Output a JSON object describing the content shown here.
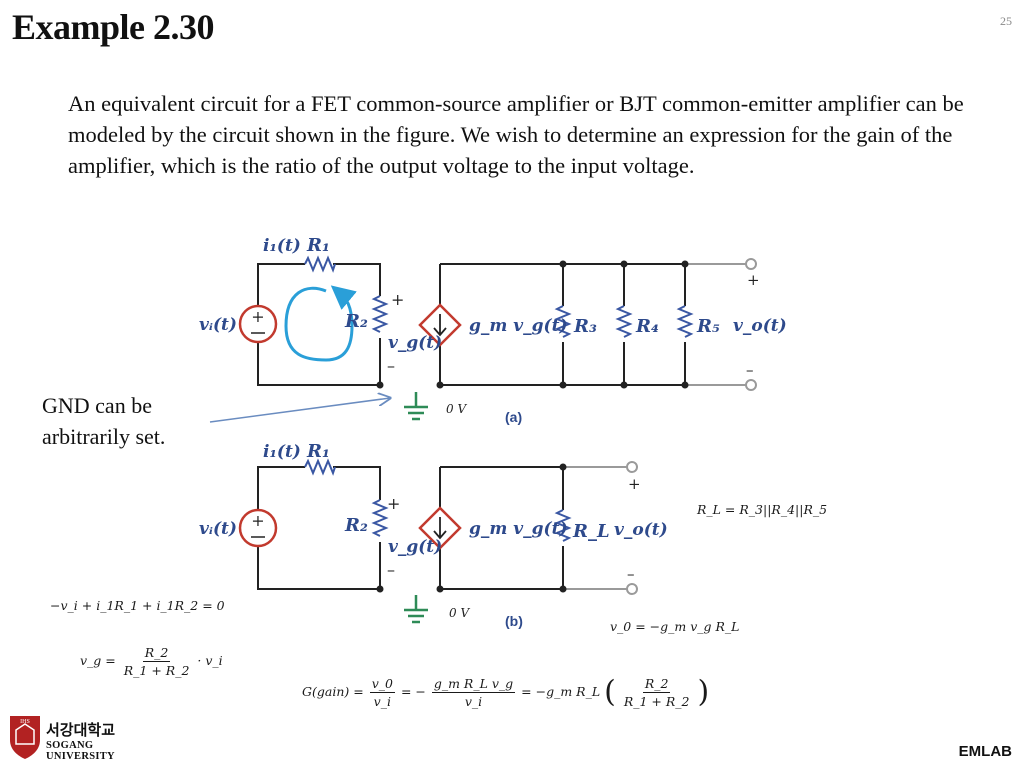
{
  "slide": {
    "title": "Example 2.30",
    "page_number": "25",
    "intro_text": "An equivalent circuit for a FET common-source amplifier or BJT common-emitter amplifier can be modeled by the circuit shown in the figure. We wish to determine an expression for the gain of the amplifier, which is the ratio of the output voltage to the input voltage.",
    "gnd_note": "GND can be arbitrarily set.",
    "footer_lab": "EMLAB"
  },
  "university": {
    "name_ko": "서강대학교",
    "name_en": "SOGANG UNIVERSITY",
    "seal_text": "IHS"
  },
  "circuit_a": {
    "label": "(a)",
    "current_label": "i₁(t)",
    "r1": "R₁",
    "r2": "R₂",
    "r3": "R₃",
    "r4": "R₄",
    "r5": "R₅",
    "vi": "vᵢ(t)",
    "vg": "v_g(t)",
    "source": "g_m v_g(t)",
    "vo": "v_o(t)",
    "plus": "+",
    "minus": "–",
    "ground": "0 V"
  },
  "circuit_b": {
    "label": "(b)",
    "current_label": "i₁(t)",
    "r1": "R₁",
    "r2": "R₂",
    "rl": "R_L",
    "vi": "vᵢ(t)",
    "vg": "v_g(t)",
    "source": "g_m v_g(t)",
    "vo": "v_o(t)",
    "plus": "+",
    "minus": "–",
    "ground": "0 V"
  },
  "equations": {
    "rl_def": "R_L = R_3||R_4||R_5",
    "kvl": "−v_i + i_1R_1 + i_1R_2 = 0",
    "vo_eq": "v_0 = −g_m v_g R_L",
    "vg_lhs": "v_g =",
    "vg_num": "R_2",
    "vg_den": "R_1 + R_2",
    "vg_tail": "· v_i",
    "gain_lhs": "G(gain) =",
    "gain_f1_num": "v_0",
    "gain_f1_den": "v_i",
    "gain_eq2": "= −",
    "gain_f2_num": "g_m R_L v_g",
    "gain_f2_den": "v_i",
    "gain_eq3": "= −g_m R_L",
    "gain_f3_num": "R_2",
    "gain_f3_den": "R_1 + R_2"
  },
  "colors": {
    "label_blue": "#2e4a8c",
    "mesh_arrow": "#2a9fd8",
    "source_red": "#c23a2e",
    "wire": "#222222",
    "terminal_gray": "#9a9a9a",
    "note_arrow": "#6a8cc0",
    "ground_green": "#2e8b57",
    "logo_red": "#b22222"
  }
}
